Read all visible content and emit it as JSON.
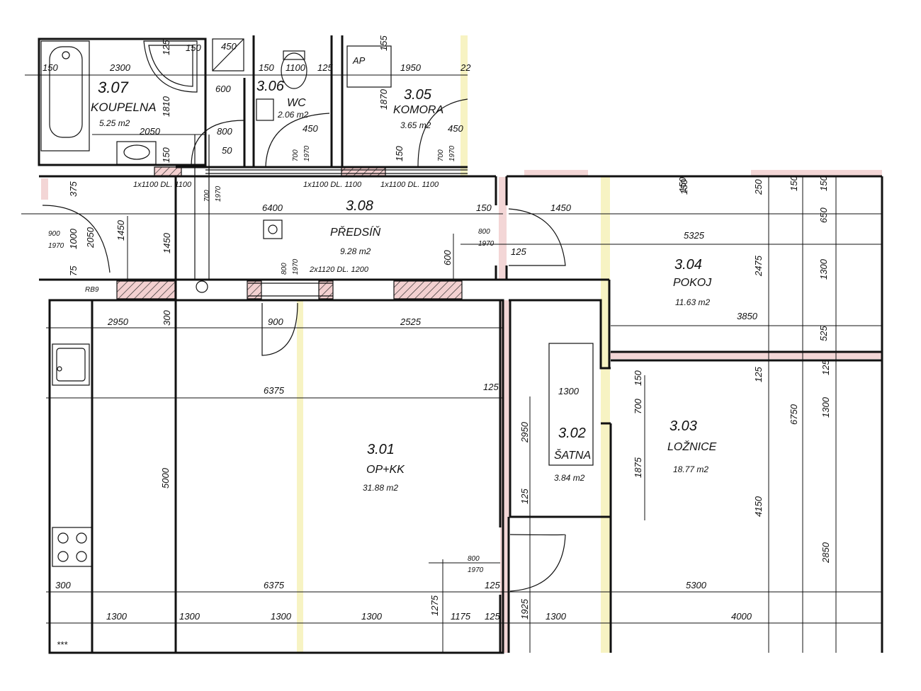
{
  "rooms": [
    {
      "id": "3.07",
      "name": "KOUPELNA",
      "area": "5.25 m2"
    },
    {
      "id": "3.06",
      "name": "WC",
      "area": "2.06 m2"
    },
    {
      "id": "3.05",
      "name": "KOMORA",
      "area": "3.65 m2"
    },
    {
      "id": "3.08",
      "name": "PŘEDSÍŇ",
      "area": "9.28 m2"
    },
    {
      "id": "3.04",
      "name": "POKOJ",
      "area": "11.63 m2"
    },
    {
      "id": "3.01",
      "name": "OP+KK",
      "area": "31.88 m2"
    },
    {
      "id": "3.02",
      "name": "ŠATNA",
      "area": "3.84 m2"
    },
    {
      "id": "3.03",
      "name": "LOŽNICE",
      "area": "18.77 m2"
    }
  ],
  "door_labels": {
    "bath": "1x1100 DL. 1100",
    "wc": "1x1100 DL. 1100",
    "komora": "1x1100 DL. 1100",
    "hall": "2x1120 DL. 1200",
    "rb": "RB9",
    "ap": "AP"
  },
  "dimensions": {
    "d150a": "150",
    "d2300": "2300",
    "d125a": "125",
    "d150b": "150",
    "d450a": "450",
    "d150c": "150",
    "d1100": "1100",
    "d125b": "125",
    "d155": "155",
    "d1950": "1950",
    "d22": "22",
    "d1810": "1810",
    "d2050a": "2050",
    "d600a": "600",
    "d800a": "800",
    "d50": "50",
    "d1870": "1870",
    "d450b": "450",
    "d700a": "700",
    "d1970a": "1970",
    "d150d": "150",
    "d700b": "700",
    "d1970b": "1970",
    "d450c": "450",
    "d150e": "150",
    "d700c": "700",
    "d1970c": "1970",
    "d150f": "150",
    "d375": "375",
    "d6400": "6400",
    "d150g": "150",
    "d1450a": "1450",
    "d900a": "900",
    "d1970d": "1970",
    "d1000": "1000",
    "d2050b": "2050",
    "d1450b": "1450",
    "d1450c": "1450",
    "d800b": "800",
    "d1970e": "1970",
    "d125c": "125",
    "d600b": "600",
    "d75": "75",
    "d800c": "800",
    "d1970f": "1970",
    "d150h": "150",
    "d250": "250",
    "d150i": "150",
    "d150j": "150",
    "d650": "650",
    "d5325": "5325",
    "d2475": "2475",
    "d1300a": "1300",
    "d3850": "3850",
    "d525": "525",
    "d2950a": "2950",
    "d300a": "300",
    "d900b": "900",
    "d2525": "2525",
    "d6375a": "6375",
    "d125d": "125",
    "d1300b": "1300",
    "d2950b": "2950",
    "d150k": "150",
    "d700d": "700",
    "d125e": "125",
    "d125f": "125",
    "d6750": "6750",
    "d1300c": "1300",
    "d5000": "5000",
    "d1875": "1875",
    "d125g": "125",
    "d4150": "4150",
    "d800d": "800",
    "d1970g": "1970",
    "d2850": "2850",
    "d300b": "300",
    "d6375b": "6375",
    "d125h": "125",
    "d5300": "5300",
    "d1275": "1275",
    "d1925": "1925",
    "d1300d": "1300",
    "d1300e": "1300",
    "d1300f": "1300",
    "d1300g": "1300",
    "d1175": "1175",
    "d125i": "125",
    "d1300h": "1300",
    "d4000": "4000",
    "stars": "***"
  }
}
